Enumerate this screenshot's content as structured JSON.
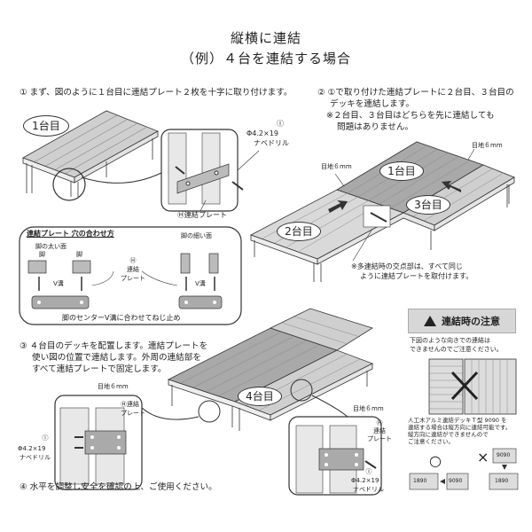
{
  "header": {
    "title": "縦横に連結",
    "subtitle": "（例）４台を連結する場合"
  },
  "step1": {
    "num": "①",
    "text": "まず、図のように１台目に連結プレート２枚を十字に取り付けます。",
    "deck_label": "1台目",
    "screw_num": "Ⓘ",
    "screw_spec_line1": "Φ4.2×19",
    "screw_spec_line2": "ナベドリル",
    "plate_label": "Ⓗ連結プレート"
  },
  "hole_box": {
    "title": "連結プレート 穴の合わせ方",
    "thick_leg": "脚の太い面",
    "thin_leg": "脚の細い面",
    "leg_left": "脚",
    "leg_right": "脚",
    "v_groove_left": "V溝",
    "v_groove_right": "V溝",
    "plate_h": "Ⓗ",
    "plate_word1": "連結",
    "plate_word2": "プレート",
    "note": "脚のセンターV溝に合わせてねじ止め"
  },
  "step2": {
    "num": "②",
    "line1": "①で取り付けた連結プレートに２台目、３台目の",
    "line2": "デッキを連結します。",
    "line3": "※２台目、３台目はどちらを先に連結しても",
    "line4": "問題はありません。",
    "gap_left": "目地６mm",
    "gap_right": "目地６mm",
    "deck1": "1台目",
    "deck2": "2台目",
    "deck3": "3台目",
    "note_line1": "※多連結時の交点部は、すべて同じ",
    "note_line2": "ように連結プレートを取付けます。"
  },
  "step3": {
    "num": "③",
    "line1": "４台目のデッキを配置します。連結プレートを",
    "line2": "使い図の位置で連結します。外周の連結部を",
    "line3": "すべて連結プレートで固定します。",
    "deck4": "4台目",
    "gap_left": "目地６mm",
    "gap_right": "目地６mm",
    "plate_left_h": "Ⓗ連結",
    "plate_left_word": "プレート",
    "plate_right_h": "Ⓗ",
    "plate_right_word1": "連結",
    "plate_right_word2": "プレート",
    "screw_left_num": "Ⓘ",
    "screw_left_spec1": "Φ4.2×19",
    "screw_left_spec2": "ナベドリル",
    "screw_right_num": "Ⓘ",
    "screw_right_spec1": "Φ4.2×19",
    "screw_right_spec2": "ナベドリル"
  },
  "step4": {
    "num": "④",
    "text": "水平を調整し安全を確認の上、ご使用ください。"
  },
  "caution": {
    "title": "連結時の注意",
    "line1": "下図のような向きでの連結は",
    "line2": "できませんのでご注意ください。",
    "note_line1": "人工木アルミ連結デッキＴ型 9090 を",
    "note_line2": "連結する場合は縦方向に連結可能です。",
    "note_line3": "縦方向に連結ができませんので",
    "note_line4": "ご注意ください。",
    "ok_mark": "○",
    "ng_mark": "×",
    "ok_left": "1890",
    "ok_right": "9090",
    "ng_top": "9090",
    "ng_bottom": "1890"
  },
  "colors": {
    "deck_dark": "#9a9a9a",
    "deck_light": "#cfcfcf",
    "caution_bg": "#d7d7d7",
    "line": "#333333"
  }
}
